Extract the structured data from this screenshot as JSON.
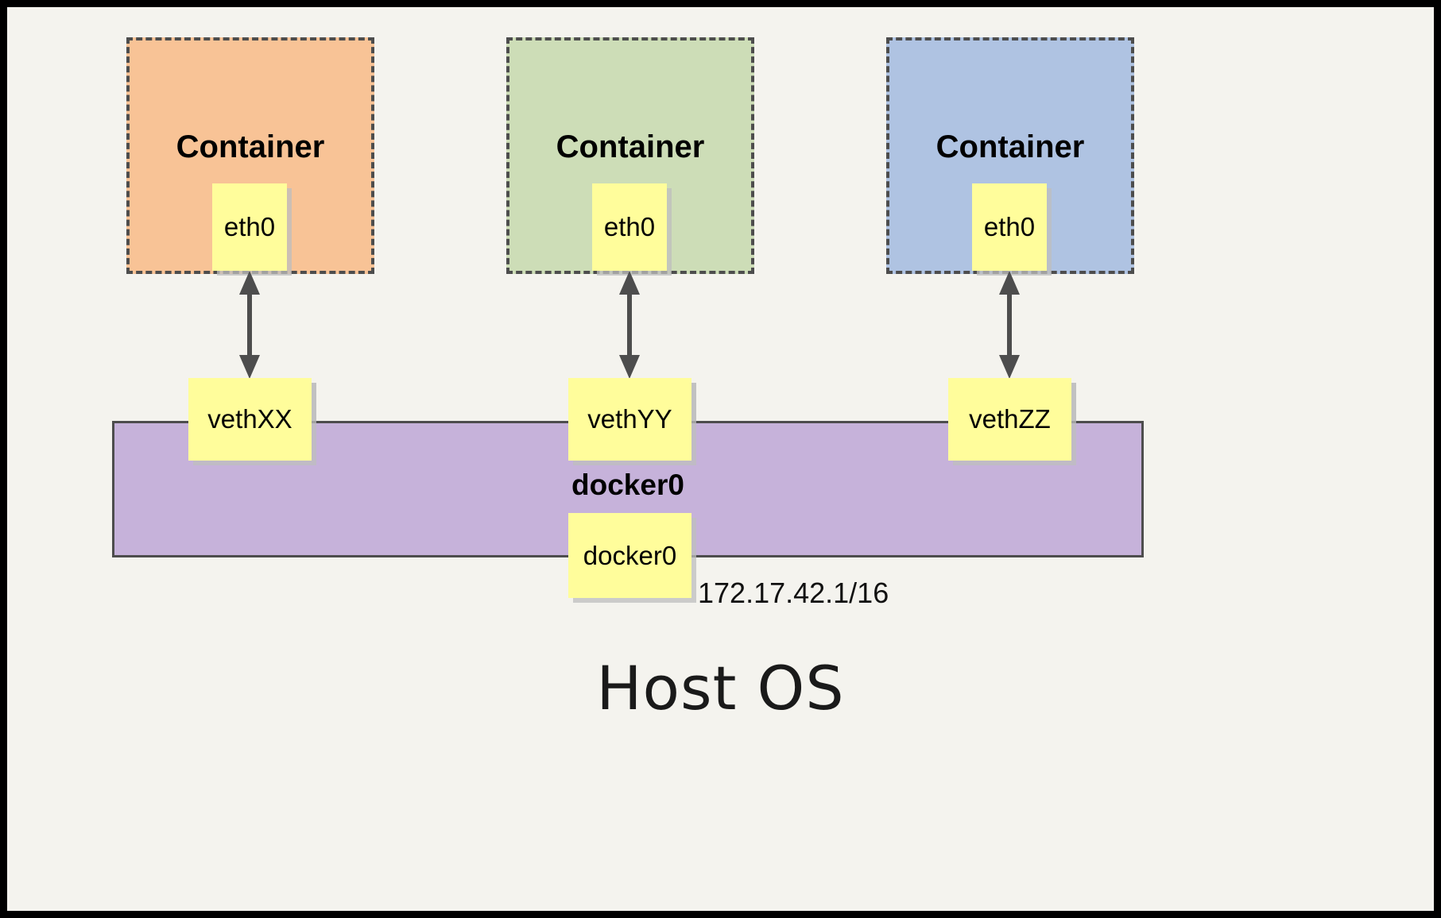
{
  "diagram": {
    "title_bottom": "Host OS",
    "background_color": "#f4f3ee",
    "frame_color": "#000000"
  },
  "containers": [
    {
      "label": "Container",
      "fill": "#f8c396",
      "border": "#4d4d4d",
      "interface": {
        "label": "eth0"
      },
      "veth": {
        "label": "vethXX"
      }
    },
    {
      "label": "Container",
      "fill": "#cdddb7",
      "border": "#4d4d4d",
      "interface": {
        "label": "eth0"
      },
      "veth": {
        "label": "vethYY"
      }
    },
    {
      "label": "Container",
      "fill": "#afc3e2",
      "border": "#4d4d4d",
      "interface": {
        "label": "eth0"
      },
      "veth": {
        "label": "vethZZ"
      }
    }
  ],
  "bridge": {
    "bar_label": "docker0",
    "note_label": "docker0",
    "ip_label": "172.17.42.1/16",
    "fill": "#c6b2da",
    "border": "#4d4d4d"
  },
  "note_color": "#fffd9b",
  "arrow_color": "#4d4d4d"
}
